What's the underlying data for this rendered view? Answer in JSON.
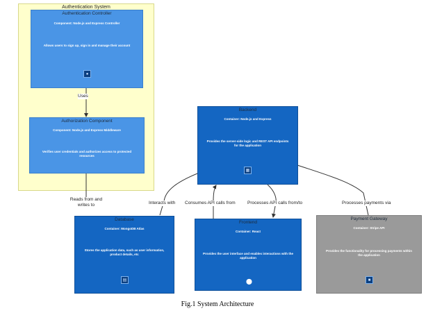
{
  "boundary": {
    "title": "Authentication System"
  },
  "nodes": {
    "auth_controller": {
      "title": "Authentication Controller",
      "tech": "Component: Node.js and Express Controller",
      "desc": "Allows users to sign up, sign in and manage their account",
      "icon": "user-icon"
    },
    "auth_component": {
      "title": "Authorization Component",
      "tech": "Component: Node.js and Express Middleware",
      "desc": "Verifies user credentials and authorizes access to protected resources"
    },
    "backend": {
      "title": "Backend",
      "tech": "Container: Node.js and Express",
      "desc": "Provides the server-side logic and REST API endpoints for the application",
      "icon": "server-icon"
    },
    "database": {
      "title": "Database",
      "tech": "Container: MongoDB Atlas",
      "desc": "Stores the application data, such as user information, product details, etc",
      "icon": "database-icon"
    },
    "frontend": {
      "title": "Frontend",
      "tech": "Container: React",
      "desc": "Provides the user interface and enables interactions with the application",
      "icon": "browser-icon"
    },
    "payment": {
      "title": "Payment Gateway",
      "tech": "Container: Stripe API",
      "desc": "Provides the functionality for processing payments within the application",
      "icon": "payment-icon"
    }
  },
  "edges": {
    "uses": "Uses",
    "reads_writes": "Reads from and writes to",
    "interacts": "Interacts with",
    "consumes": "Consumes API calls from",
    "processes_api": "Processes API calls from/to",
    "processes_payments": "Processes payments via"
  },
  "caption": "Fig.1 System Architecture"
}
